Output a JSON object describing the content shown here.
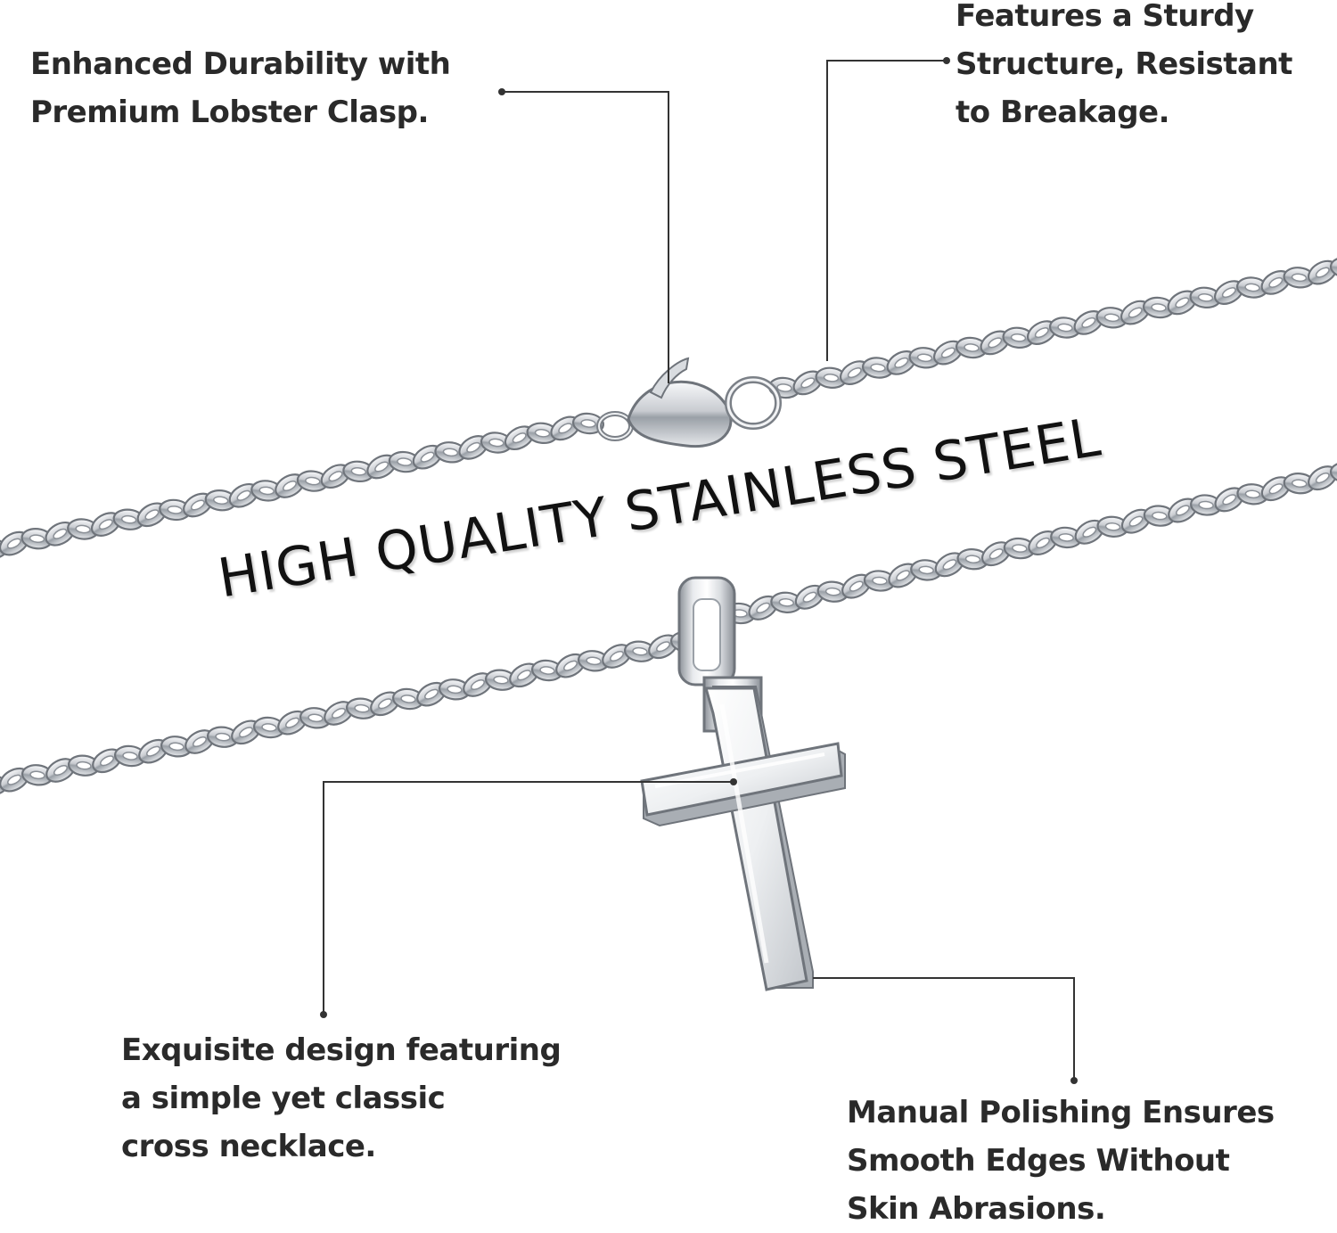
{
  "headline": "HIGH QUALITY STAINLESS STEEL",
  "callouts": {
    "clasp": {
      "lines": [
        "Enhanced Durability with",
        "Premium Lobster Clasp."
      ]
    },
    "sturdy": {
      "lines": [
        "Features a Sturdy",
        "Structure, Resistant",
        "to Breakage."
      ]
    },
    "design": {
      "lines": [
        "Exquisite design featuring",
        "a simple yet classic",
        "cross necklace."
      ]
    },
    "polish": {
      "lines": [
        "Manual Polishing Ensures",
        "Smooth Edges Without",
        "Skin Abrasions."
      ]
    }
  },
  "colors": {
    "text": "#2a2a2a",
    "leader": "#333333",
    "steel_light": "#f4f5f7",
    "steel_mid": "#b8bcc2",
    "steel_dark": "#6f747b"
  },
  "icons": [
    "lobster-clasp-icon",
    "curb-chain-icon",
    "cross-pendant-icon"
  ]
}
